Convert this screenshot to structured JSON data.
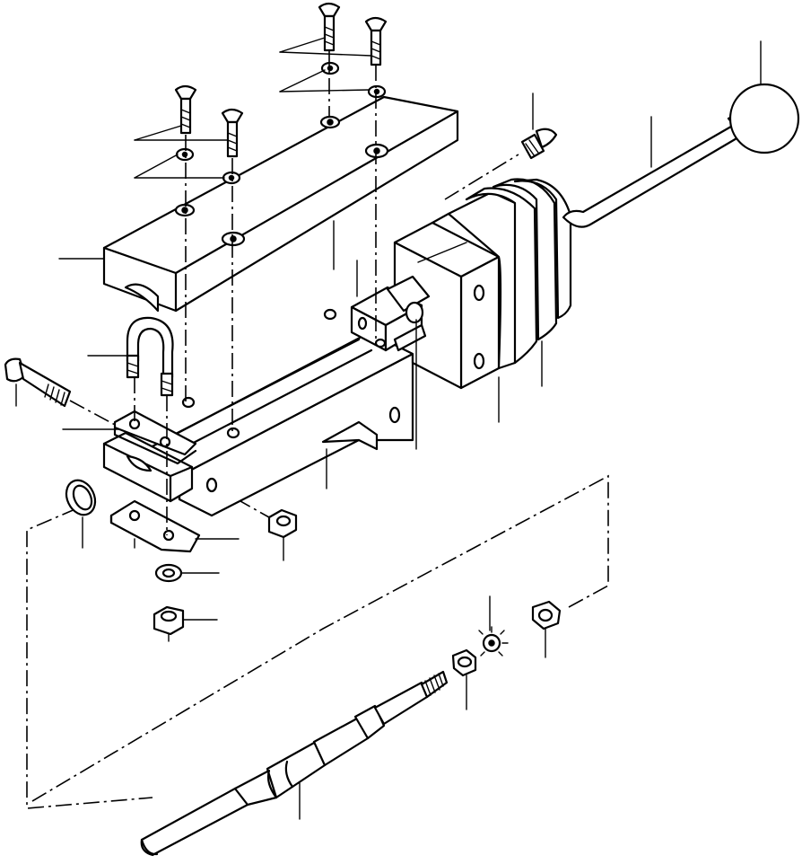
{
  "colors": {
    "line": "#000000",
    "background": "#ffffff"
  },
  "parts": [
    "cover-plate",
    "countersunk-screw",
    "washer",
    "lever-housing",
    "control-lever",
    "knob",
    "rubber-boot",
    "pivot-block",
    "u-bolt",
    "cable-clamp",
    "clamp-plate",
    "bolt",
    "spacer-ring",
    "hex-nut",
    "lock-washer",
    "control-cable",
    "set-screw"
  ]
}
